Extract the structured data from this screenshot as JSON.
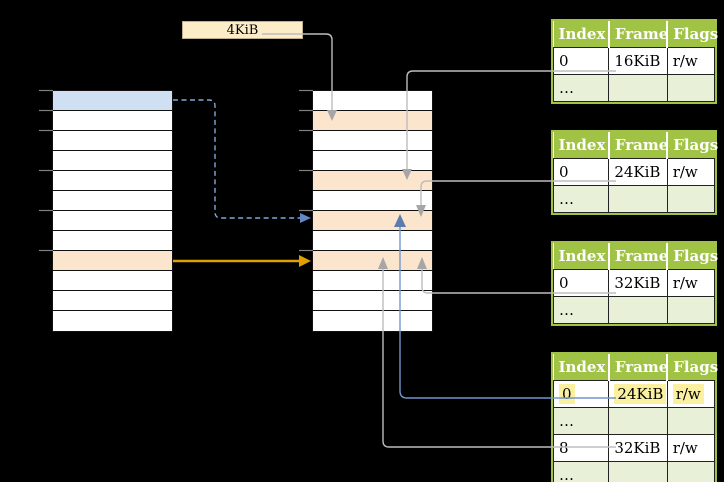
{
  "page_size_label": "4KiB",
  "virtual_memory": {
    "row_count": 12,
    "highlighted_rows": [
      {
        "index": 0,
        "color": "blue"
      },
      {
        "index": 8,
        "color": "orange"
      }
    ]
  },
  "physical_memory": {
    "row_count": 12,
    "highlighted_rows": [
      {
        "index": 1,
        "color": "orange"
      },
      {
        "index": 4,
        "color": "orange"
      },
      {
        "index": 6,
        "color": "orange"
      },
      {
        "index": 8,
        "color": "orange"
      }
    ]
  },
  "page_tables": [
    {
      "name": "page-table-16KiB",
      "headers": [
        "Index",
        "Frame",
        "Flags"
      ],
      "rows": [
        {
          "cells": [
            "0",
            "16KiB",
            "r/w"
          ],
          "shaded": false,
          "highlighted": false
        },
        {
          "cells": [
            "…",
            "",
            ""
          ],
          "shaded": true,
          "highlighted": false
        }
      ]
    },
    {
      "name": "page-table-24KiB",
      "headers": [
        "Index",
        "Frame",
        "Flags"
      ],
      "rows": [
        {
          "cells": [
            "0",
            "24KiB",
            "r/w"
          ],
          "shaded": false,
          "highlighted": false
        },
        {
          "cells": [
            "…",
            "",
            ""
          ],
          "shaded": true,
          "highlighted": false
        }
      ]
    },
    {
      "name": "page-table-32KiB",
      "headers": [
        "Index",
        "Frame",
        "Flags"
      ],
      "rows": [
        {
          "cells": [
            "0",
            "32KiB",
            "r/w"
          ],
          "shaded": false,
          "highlighted": false
        },
        {
          "cells": [
            "…",
            "",
            ""
          ],
          "shaded": true,
          "highlighted": false
        }
      ]
    },
    {
      "name": "page-table-mixed",
      "headers": [
        "Index",
        "Frame",
        "Flags"
      ],
      "rows": [
        {
          "cells": [
            "0",
            "24KiB",
            "r/w"
          ],
          "shaded": false,
          "highlighted": true
        },
        {
          "cells": [
            "…",
            "",
            ""
          ],
          "shaded": true,
          "highlighted": false
        },
        {
          "cells": [
            "8",
            "32KiB",
            "r/w"
          ],
          "shaded": false,
          "highlighted": false
        },
        {
          "cells": [
            "…",
            "",
            ""
          ],
          "shaded": true,
          "highlighted": false
        }
      ]
    }
  ],
  "arrows": [
    {
      "from": "page-size-label",
      "to": "physical-frame-row-1",
      "style": "solid",
      "color": "gray"
    },
    {
      "from": "page-table-16KiB.row-0",
      "to": "physical-frame-row-4",
      "style": "solid",
      "color": "gray"
    },
    {
      "from": "page-table-24KiB.row-0",
      "to": "physical-frame-row-6",
      "style": "solid",
      "color": "gray"
    },
    {
      "from": "page-table-32KiB.row-0",
      "to": "physical-frame-row-8",
      "style": "solid",
      "color": "gray"
    },
    {
      "from": "page-table-mixed.row-0",
      "to": "physical-frame-row-6",
      "style": "solid",
      "color": "blue"
    },
    {
      "from": "page-table-mixed.row-8",
      "to": "physical-frame-row-8",
      "style": "solid",
      "color": "gray"
    },
    {
      "from": "virtual-page-row-0",
      "to": "physical-frame-row-6",
      "style": "dashed",
      "color": "blue"
    },
    {
      "from": "virtual-page-row-8",
      "to": "physical-frame-row-8",
      "style": "solid",
      "color": "orange"
    }
  ],
  "colors": {
    "table_header_green": "#a0c346",
    "table_row_alt_green": "#e9f0d8",
    "highlight_yellow": "#faf0a0",
    "page_blue": "#cfe0f3",
    "frame_orange": "#fce5cd",
    "label_box_cream": "#fcecc8",
    "arrow_gray": "#bdbdbd",
    "arrow_head_gray": "#a6a6a6",
    "arrow_blue": "#7296cc",
    "arrow_blue_head": "#5b7cb0",
    "arrow_blue_dashed": "#7fa8dc",
    "arrow_orange": "#dfa000"
  }
}
